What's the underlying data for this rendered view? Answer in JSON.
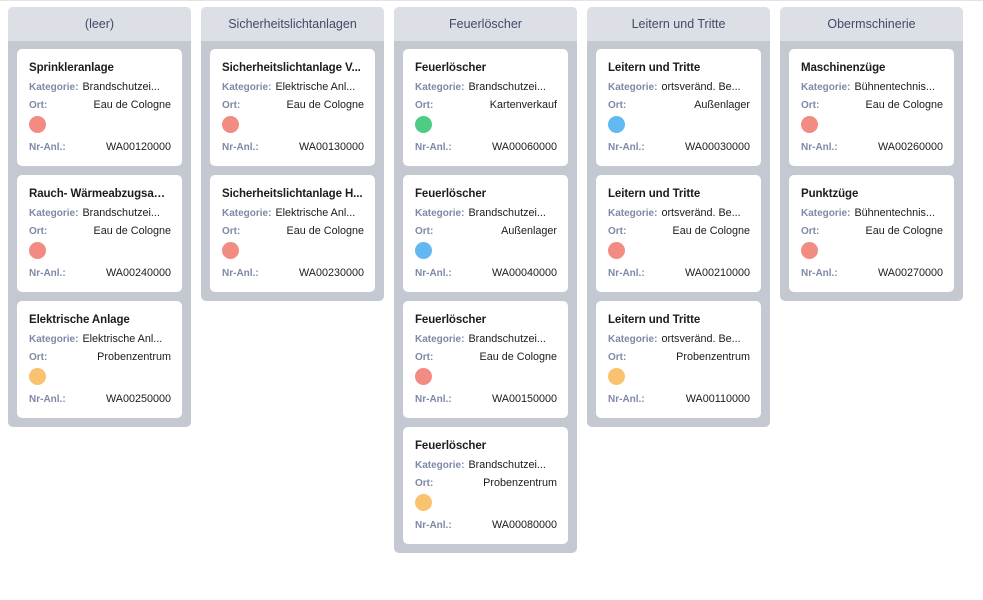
{
  "board": {
    "labels": {
      "kategorie": "Kategorie:",
      "ort": "Ort:",
      "nr_anl": "Nr-Anl.:"
    },
    "colors": {
      "page_background": "#ffffff",
      "column_header_background": "#dcdfe6",
      "column_body_background": "#c4c9d1",
      "column_title_text": "#414b66",
      "card_background": "#ffffff",
      "card_title_text": "#1c1c1c",
      "field_label_text": "#7f89a6",
      "field_value_text": "#1c1c1c",
      "status_red": "#f28b82",
      "status_green": "#4ecb84",
      "status_blue": "#62b9f2",
      "status_amber": "#fac26e"
    },
    "columns": [
      {
        "title": "(leer)",
        "cards": [
          {
            "title": "Sprinkleranlage",
            "kategorie": "Brandschutzei...",
            "ort": "Eau de Cologne",
            "status_color": "#f28b82",
            "status_name": "status-dot-red",
            "nr_anl": "WA00120000"
          },
          {
            "title": "Rauch- Wärmeabzugsanl...",
            "kategorie": "Brandschutzei...",
            "ort": "Eau de Cologne",
            "status_color": "#f28b82",
            "status_name": "status-dot-red",
            "nr_anl": "WA00240000"
          },
          {
            "title": "Elektrische Anlage",
            "kategorie": "Elektrische Anl...",
            "ort": "Probenzentrum",
            "status_color": "#fac26e",
            "status_name": "status-dot-amber",
            "nr_anl": "WA00250000"
          }
        ]
      },
      {
        "title": "Sicherheitslichtanlagen",
        "cards": [
          {
            "title": "Sicherheitslichtanlage V...",
            "kategorie": "Elektrische Anl...",
            "ort": "Eau de Cologne",
            "status_color": "#f28b82",
            "status_name": "status-dot-red",
            "nr_anl": "WA00130000"
          },
          {
            "title": "Sicherheitslichtanlage H...",
            "kategorie": "Elektrische Anl...",
            "ort": "Eau de Cologne",
            "status_color": "#f28b82",
            "status_name": "status-dot-red",
            "nr_anl": "WA00230000"
          }
        ]
      },
      {
        "title": "Feuerlöscher",
        "cards": [
          {
            "title": "Feuerlöscher",
            "kategorie": "Brandschutzei...",
            "ort": "Kartenverkauf",
            "status_color": "#4ecb84",
            "status_name": "status-dot-green",
            "nr_anl": "WA00060000"
          },
          {
            "title": "Feuerlöscher",
            "kategorie": "Brandschutzei...",
            "ort": "Außenlager",
            "status_color": "#62b9f2",
            "status_name": "status-dot-blue",
            "nr_anl": "WA00040000"
          },
          {
            "title": "Feuerlöscher",
            "kategorie": "Brandschutzei...",
            "ort": "Eau de Cologne",
            "status_color": "#f28b82",
            "status_name": "status-dot-red",
            "nr_anl": "WA00150000"
          },
          {
            "title": "Feuerlöscher",
            "kategorie": "Brandschutzei...",
            "ort": "Probenzentrum",
            "status_color": "#fac26e",
            "status_name": "status-dot-amber",
            "nr_anl": "WA00080000"
          }
        ]
      },
      {
        "title": "Leitern und Tritte",
        "cards": [
          {
            "title": "Leitern und Tritte",
            "kategorie": "ortsveränd. Be...",
            "ort": "Außenlager",
            "status_color": "#62b9f2",
            "status_name": "status-dot-blue",
            "nr_anl": "WA00030000"
          },
          {
            "title": "Leitern und Tritte",
            "kategorie": "ortsveränd. Be...",
            "ort": "Eau de Cologne",
            "status_color": "#f28b82",
            "status_name": "status-dot-red",
            "nr_anl": "WA00210000"
          },
          {
            "title": "Leitern und Tritte",
            "kategorie": "ortsveränd. Be...",
            "ort": "Probenzentrum",
            "status_color": "#fac26e",
            "status_name": "status-dot-amber",
            "nr_anl": "WA00110000"
          }
        ]
      },
      {
        "title": "Obermschinerie",
        "cards": [
          {
            "title": "Maschinenzüge",
            "kategorie": "Bühnentechnis...",
            "ort": "Eau de Cologne",
            "status_color": "#f28b82",
            "status_name": "status-dot-red",
            "nr_anl": "WA00260000"
          },
          {
            "title": "Punktzüge",
            "kategorie": "Bühnentechnis...",
            "ort": "Eau de Cologne",
            "status_color": "#f28b82",
            "status_name": "status-dot-red",
            "nr_anl": "WA00270000"
          }
        ]
      }
    ]
  }
}
